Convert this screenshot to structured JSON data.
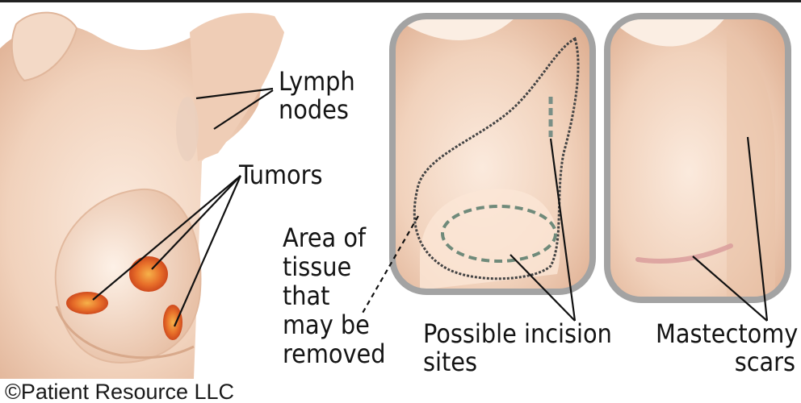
{
  "labels": {
    "lymph_nodes": [
      "Lymph",
      "nodes"
    ],
    "tumors": "Tumors",
    "area_removed": [
      "Area of",
      "tissue",
      "that",
      "may be",
      "removed"
    ],
    "incision_sites": [
      "Possible incision",
      "sites"
    ],
    "mastectomy_scars": [
      "Mastectomy",
      "scars"
    ]
  },
  "copyright": "©Patient Resource LLC",
  "colors": {
    "skin": "#f3d6c2",
    "skin_shadow": "#e2b59a",
    "frame": "#a3a3a3",
    "tumor": "#e0561e",
    "dashed_outline": "#575757",
    "incision_dash": "#6f8a7a"
  }
}
